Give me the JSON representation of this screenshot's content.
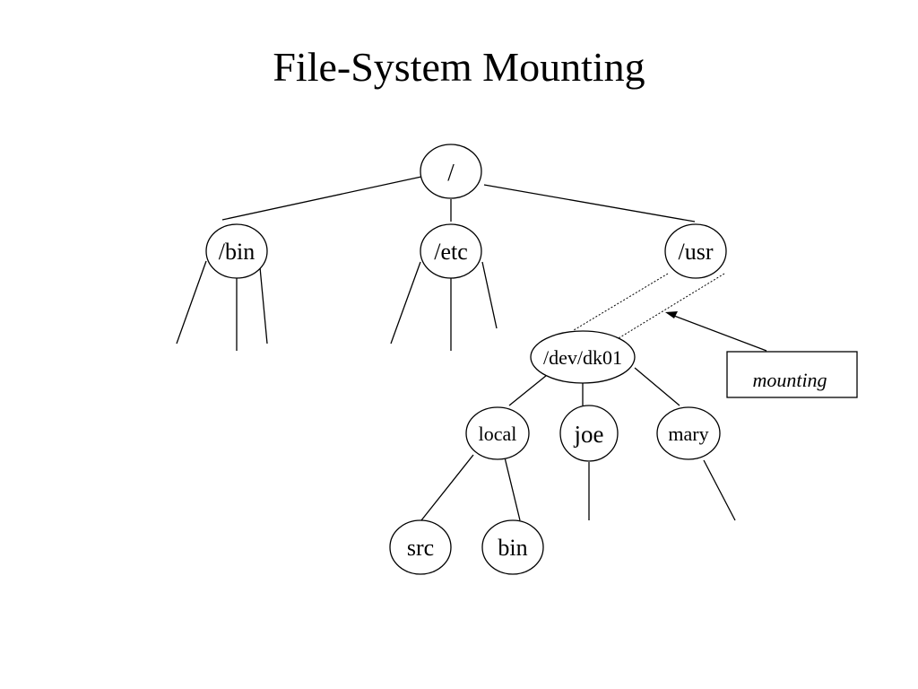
{
  "title": "File-System Mounting",
  "nodes": {
    "root": "/",
    "bin": "/bin",
    "etc": "/etc",
    "usr": "/usr",
    "dev": "/dev/dk01",
    "local": "local",
    "joe": "joe",
    "mary": "mary",
    "src": "src",
    "bin2": "bin"
  },
  "annotation": "mounting"
}
